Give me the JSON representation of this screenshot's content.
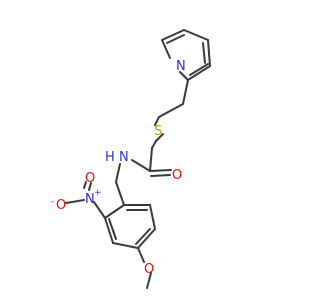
{
  "atoms": {
    "pyridine_n": "N",
    "sulfur": "S",
    "carbonyl_o": "O",
    "amide_n": "N",
    "amide_h": "H",
    "nitro_n": "N",
    "nitro_plus": "+",
    "nitro_o_double": "O",
    "nitro_o_single": "O",
    "nitro_minus": "-",
    "methoxy_o": "O"
  },
  "colors": {
    "bond": "#3a3a3a",
    "nitrogen": "#3030d8",
    "oxygen": "#e01010",
    "sulfur": "#b8a000"
  }
}
